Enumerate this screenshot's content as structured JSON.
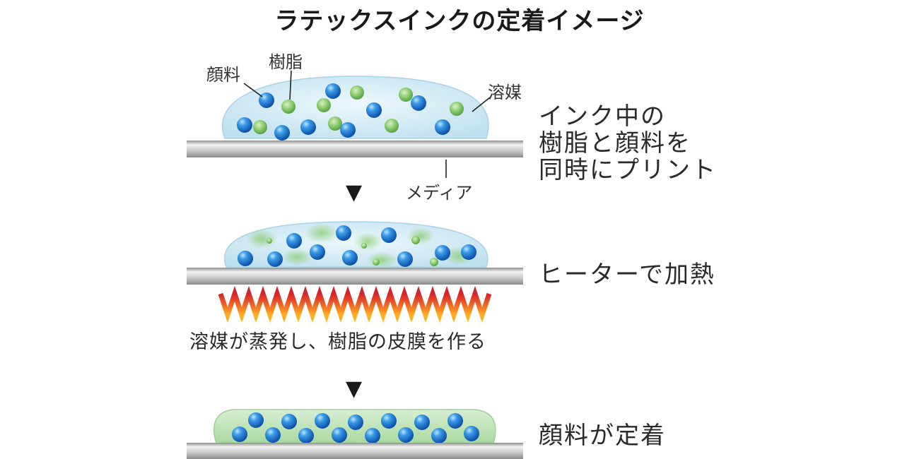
{
  "title": "ラテックスインクの定着イメージ",
  "labels": {
    "pigment": "顔料",
    "resin": "樹脂",
    "solvent": "溶媒",
    "media": "メディア"
  },
  "steps": [
    {
      "line1": "インク中の",
      "line2": "樹脂と顔料を",
      "line3": "同時にプリント"
    },
    {
      "text": "ヒーターで加熱"
    },
    {
      "text": "顔料が定着"
    }
  ],
  "heater_note": "溶媒が蒸発し、樹脂の皮膜を作る",
  "arrow_glyph": "▼",
  "colors": {
    "pigment": "#1f6fd0",
    "resin": "#6fbf5a",
    "ink_drop": "#d7ecf6",
    "resin_film": "#bfe3b8",
    "media_plate": "#b9b9b9",
    "heater": "#e8512a"
  }
}
